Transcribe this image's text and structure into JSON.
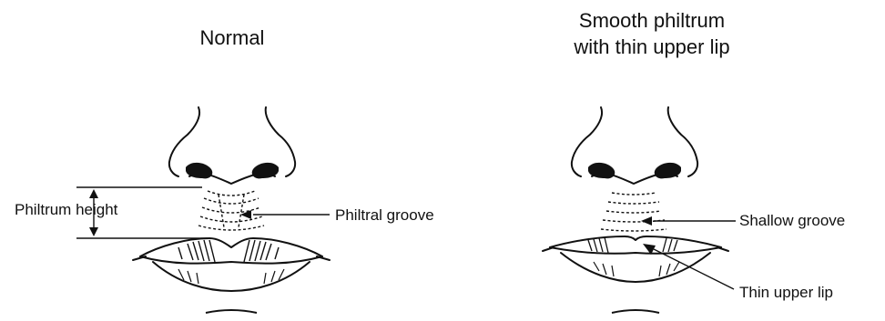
{
  "panels": {
    "normal": {
      "title": "Normal",
      "labels": {
        "philtrum_height": "Philtrum height",
        "philtral_groove": "Philtral groove"
      }
    },
    "smooth": {
      "title_line1": "Smooth philtrum",
      "title_line2": "with thin upper lip",
      "labels": {
        "shallow_groove": "Shallow groove",
        "thin_upper_lip": "Thin upper lip"
      }
    }
  },
  "colors": {
    "ink": "#111111",
    "background": "#ffffff"
  }
}
